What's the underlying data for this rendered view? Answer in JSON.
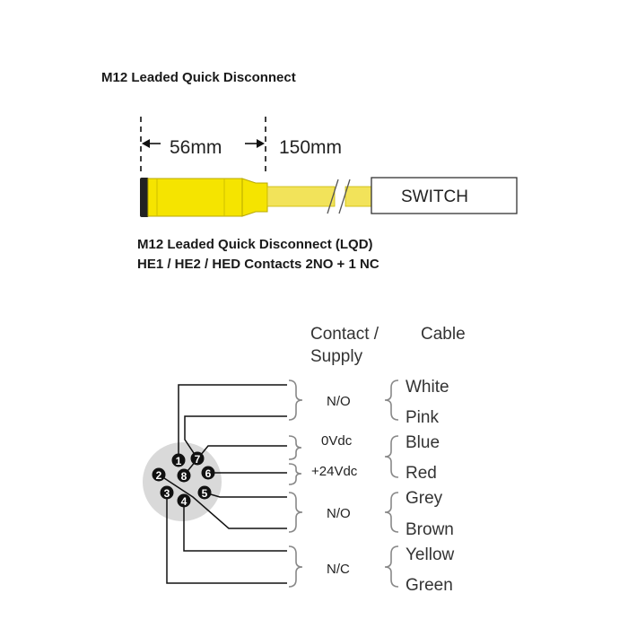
{
  "header": {
    "title": "M12 Leaded Quick Disconnect",
    "subtitle_line1": "M12 Leaded Quick Disconnect (LQD)",
    "subtitle_line2": "HE1 / HE2 / HED Contacts 2NO + 1 NC"
  },
  "connector": {
    "length_connector": "56mm",
    "length_cable": "150mm",
    "switch_label": "SWITCH",
    "connector_color": "#f5e400",
    "cable_color": "#f2e35a"
  },
  "wiring": {
    "col_contact_line1": "Contact /",
    "col_contact_line2": "Supply",
    "col_cable": "Cable",
    "contacts": [
      "N/O",
      "0Vdc",
      "+24Vdc",
      "N/O",
      "N/C"
    ],
    "cables": [
      "White",
      "Pink",
      "Blue",
      "Red",
      "Grey",
      "Brown",
      "Yellow",
      "Green"
    ],
    "pins": [
      "1",
      "2",
      "3",
      "4",
      "5",
      "6",
      "7",
      "8"
    ]
  }
}
